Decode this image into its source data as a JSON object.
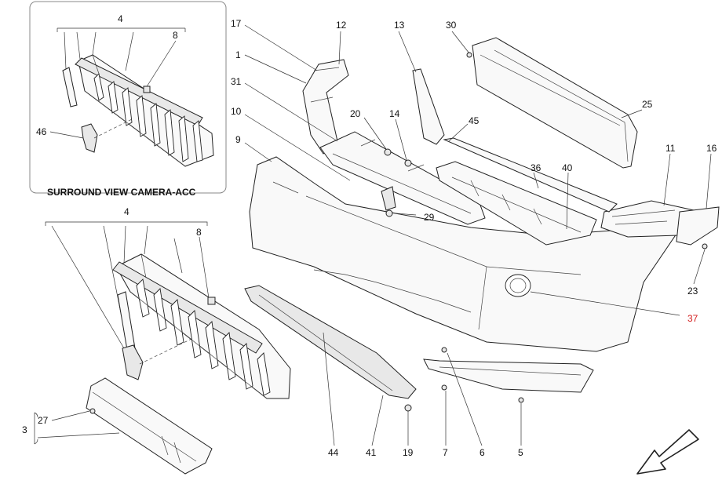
{
  "inset": {
    "title": "SURROUND VIEW CAMERA-ACC",
    "callouts": {
      "c4": "4",
      "c8": "8",
      "c46": "46"
    }
  },
  "callouts": {
    "c1": "1",
    "c3": "3",
    "c4": "4",
    "c5": "5",
    "c6": "6",
    "c7": "7",
    "c8": "8",
    "c9": "9",
    "c10": "10",
    "c11": "11",
    "c12": "12",
    "c13": "13",
    "c14": "14",
    "c16": "16",
    "c17": "17",
    "c19": "19",
    "c20": "20",
    "c23": "23",
    "c25": "25",
    "c27": "27",
    "c29": "29",
    "c30": "30",
    "c31": "31",
    "c36": "36",
    "c37": "37",
    "c40": "40",
    "c41": "41",
    "c44": "44",
    "c45": "45"
  },
  "colors": {
    "highlight_callout": "#d42020",
    "line": "#222222"
  },
  "icons": {
    "direction": "arrow-down-left-icon"
  }
}
